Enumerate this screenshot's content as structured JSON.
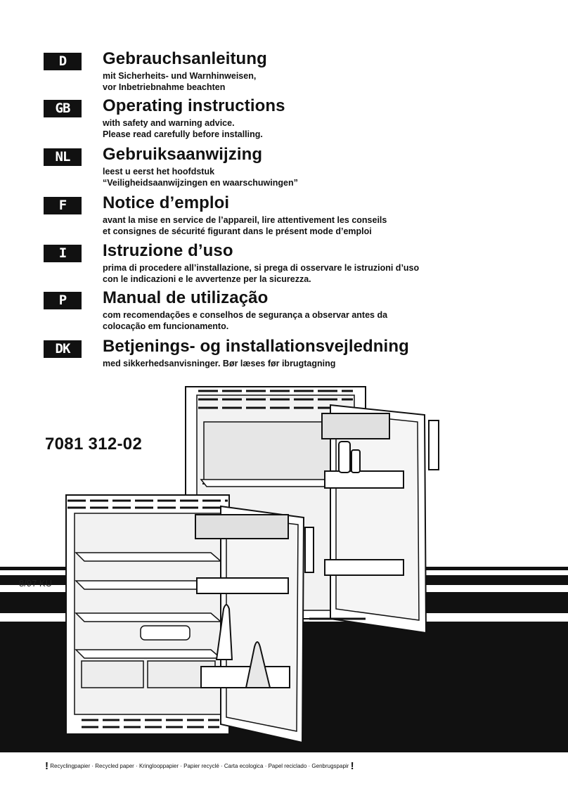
{
  "languages": [
    {
      "code": "D",
      "title": "Gebrauchsanleitung",
      "lines": [
        "mit Sicherheits- und Warnhinweisen,",
        "vor Inbetriebnahme beachten"
      ]
    },
    {
      "code": "GB",
      "title": "Operating instructions",
      "lines": [
        "with safety and warning advice.",
        "Please read carefully before installing."
      ]
    },
    {
      "code": "NL",
      "title": "Gebruiksaanwijzing",
      "lines": [
        "leest u eerst het hoofdstuk",
        "“Veiligheidsaanwijzingen en waarschuwingen”"
      ]
    },
    {
      "code": "F",
      "title": "Notice d’emploi",
      "lines": [
        "avant la mise en service de l’appareil, lire attentivement les conseils",
        "et consignes de sécurité figurant dans le présent mode d’emploi"
      ]
    },
    {
      "code": "I",
      "title": "Istruzione d’uso",
      "lines": [
        "prima di procedere all’installazione, si prega di osservare le istruzioni d’uso",
        "con le indicazioni e le avvertenze per la sicurezza."
      ]
    },
    {
      "code": "P",
      "title": "Manual de utilização",
      "lines": [
        "com recomendações e conselhos de segurança a observar antes da",
        "colocação em funcionamento."
      ]
    },
    {
      "code": "DK",
      "title": "Betjenings- og installationsvejledning",
      "lines": [
        "med sikkerhedsanvisninger. Bør læses før ibrugtagning"
      ]
    }
  ],
  "model_number": "7081 312-02",
  "date_code": "8/97 KU",
  "footer": {
    "mark": "!",
    "text": "Recyclingpapier · Recycled paper · Kringlooppapier · Papier recyclé · Carta ecologica · Papel reciclado · Genbrugspapir"
  },
  "colors": {
    "ink": "#111111",
    "paper": "#ffffff"
  }
}
